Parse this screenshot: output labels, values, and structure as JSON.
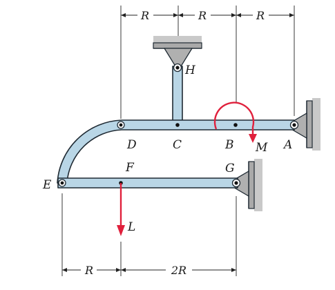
{
  "labels": {
    "H": "H",
    "D": "D",
    "C": "C",
    "B": "B",
    "A": "A",
    "M": "M",
    "E": "E",
    "F": "F",
    "G": "G",
    "L": "L"
  },
  "dimensions": {
    "top_1": "R",
    "top_2": "R",
    "top_3": "R",
    "bottom_1": "R",
    "bottom_2": "2R"
  },
  "colors": {
    "beam": "#b9d6e6",
    "load": "#e0203c",
    "support": "#a9a9a9"
  }
}
